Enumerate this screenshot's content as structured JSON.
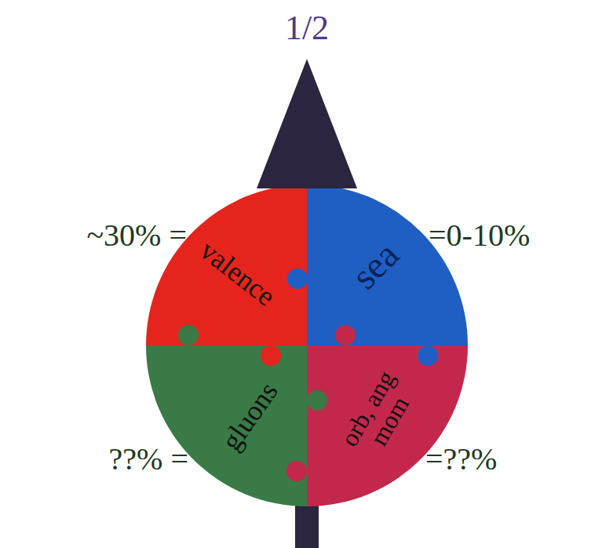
{
  "diagram": {
    "nodes": [
      {
        "text": [
          "valence"
        ]
      },
      {
        "text": [
          "sea"
        ]
      },
      {
        "text": [
          "gluons"
        ]
      },
      {
        "text": [
          "orb, ang mom"
        ]
      }
    ],
    "labels": [
      "1/2",
      "~30% =",
      "=0-10%",
      "??% =",
      "=??%"
    ]
  }
}
